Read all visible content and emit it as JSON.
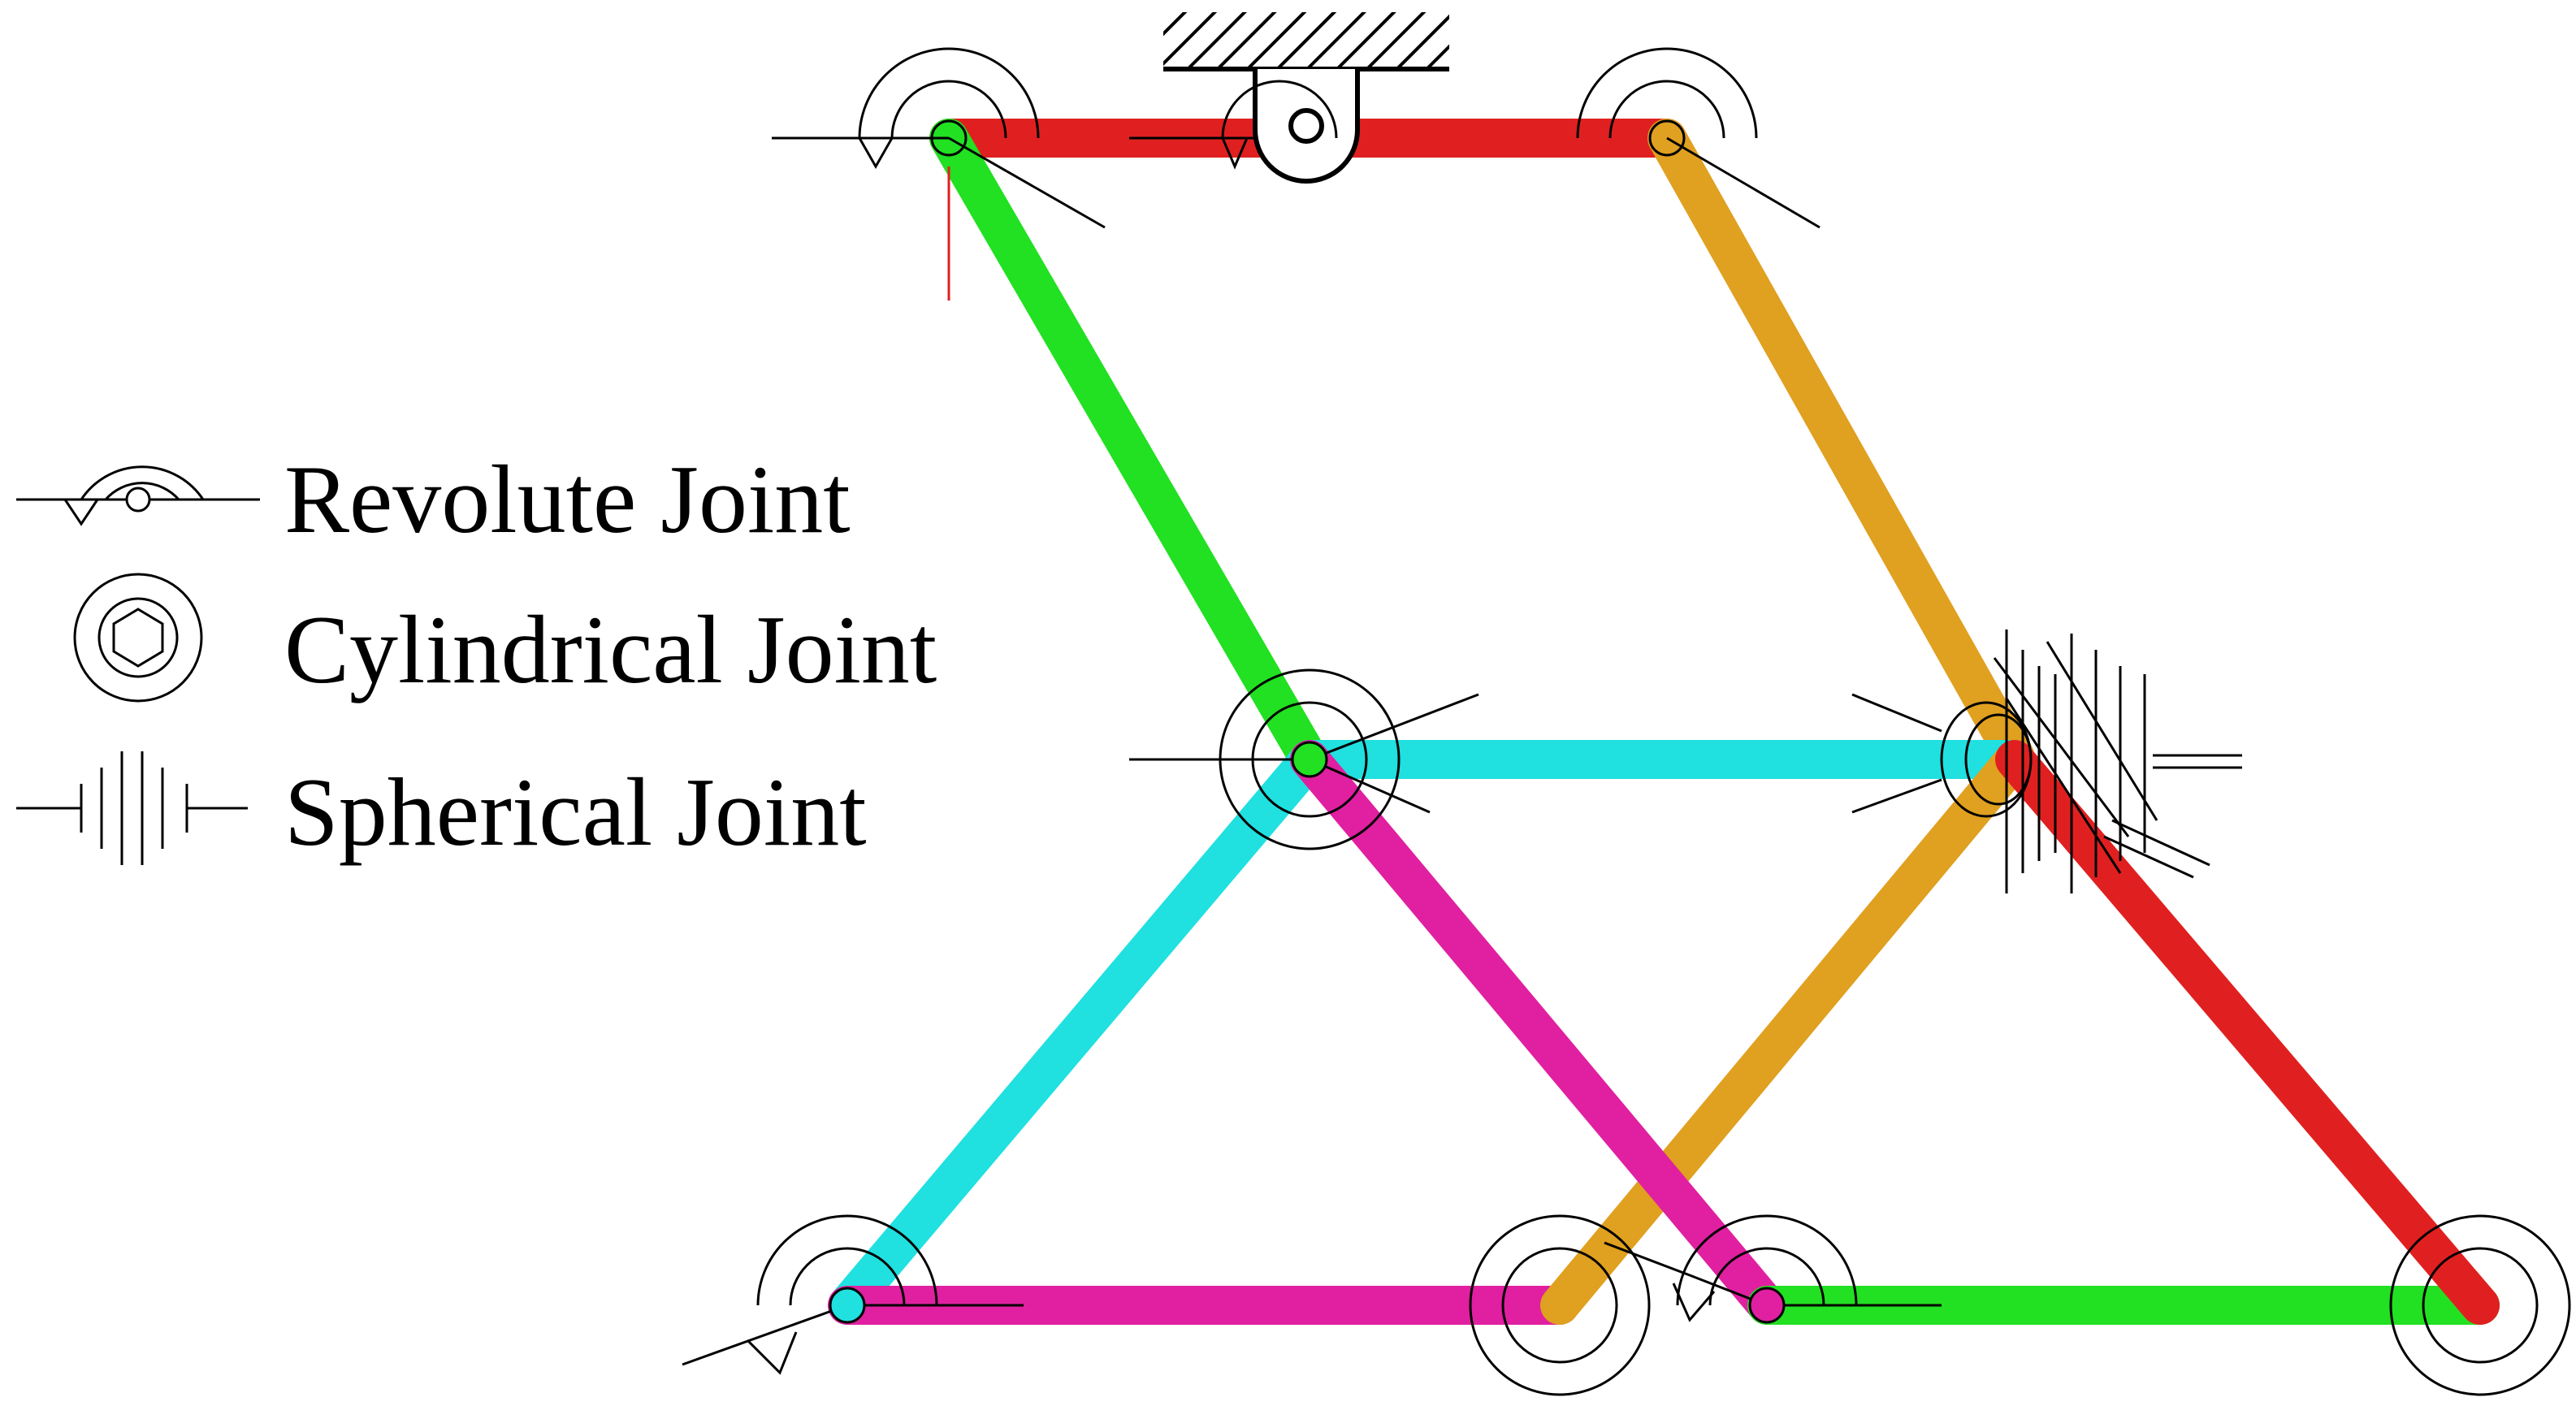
{
  "legend": {
    "revolute": {
      "label": "Revolute Joint",
      "icon": "revolute-joint-icon"
    },
    "cylindrical": {
      "label": "Cylindrical Joint",
      "icon": "cylindrical-joint-icon"
    },
    "spherical": {
      "label": "Spherical Joint",
      "icon": "spherical-joint-icon"
    }
  },
  "colors": {
    "red": "#E02020",
    "green": "#22E022",
    "orange": "#E0A020",
    "cyan": "#20E0E0",
    "magenta": "#E020A0",
    "outline": "#000000"
  }
}
